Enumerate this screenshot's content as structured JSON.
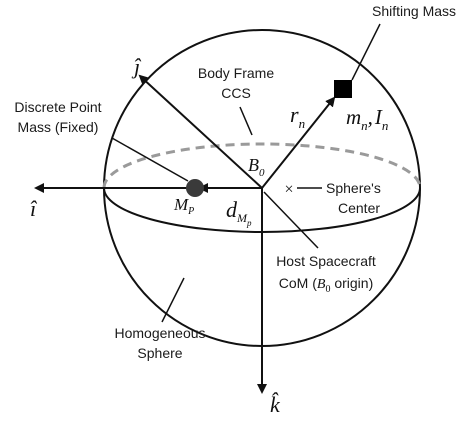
{
  "labels": {
    "shifting_mass": "Shifting Mass",
    "body_frame_line1": "Body Frame",
    "body_frame_line2": "CCS",
    "discrete_mass_line1": "Discrete Point",
    "discrete_mass_line2": "Mass (Fixed)",
    "sphere_center_line1": "Sphere's",
    "sphere_center_line2": "Center",
    "host_line1": "Host Spacecraft",
    "host_line2_prefix": "CoM (",
    "host_line2_b": "B",
    "host_line2_sub": "0",
    "host_line2_suffix": " origin)",
    "homogeneous_line1": "Homogeneous",
    "homogeneous_line2": "Sphere"
  },
  "math": {
    "j_hat": "ĵ",
    "i_hat": "î",
    "k_hat": "k̂",
    "r_n": "r",
    "r_n_sub": "n",
    "m_n": "m",
    "m_n_sub": "n",
    "comma": ",",
    "I_n": "I",
    "I_n_sub": "n",
    "B0": "B",
    "B0_sub": "0",
    "MP": "M",
    "MP_sub": "P",
    "d": "d",
    "d_sub": "M",
    "d_subsub": "p",
    "center_marker": "×"
  },
  "colors": {
    "line": "#111111",
    "dashed_equator": "#9a9a9a",
    "point_mass": "#3a3a3a",
    "shifting_mass": "#000000"
  }
}
